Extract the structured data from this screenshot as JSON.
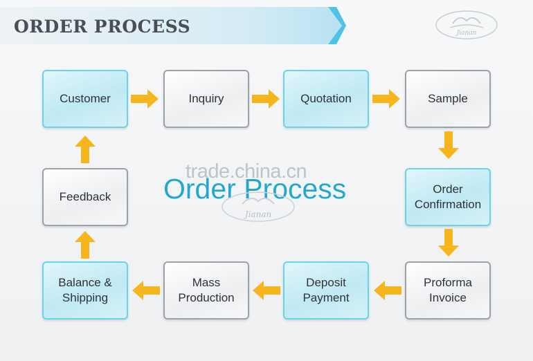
{
  "header": {
    "title": "ORDER PROCESS",
    "logo_text": "Jianan"
  },
  "diagram": {
    "center_title": "Order Process",
    "center_logo_text": "Jianan",
    "watermark": "trade.china.cn",
    "steps": {
      "customer": "Customer",
      "inquiry": "Inquiry",
      "quotation": "Quotation",
      "sample": "Sample",
      "order_confirmation": "Order\nConfirmation",
      "proforma_invoice": "Proforma\nInvoice",
      "deposit_payment": "Deposit\nPayment",
      "mass_production": "Mass\nProduction",
      "balance_shipping": "Balance &\nShipping",
      "feedback": "Feedback"
    }
  },
  "colors": {
    "arrow": "#f7b51d",
    "blue_border": "#69d3e8",
    "gray_border": "#9da1a6",
    "center_title": "#24a7cf",
    "ribbon_accent": "#4fc3e6"
  }
}
